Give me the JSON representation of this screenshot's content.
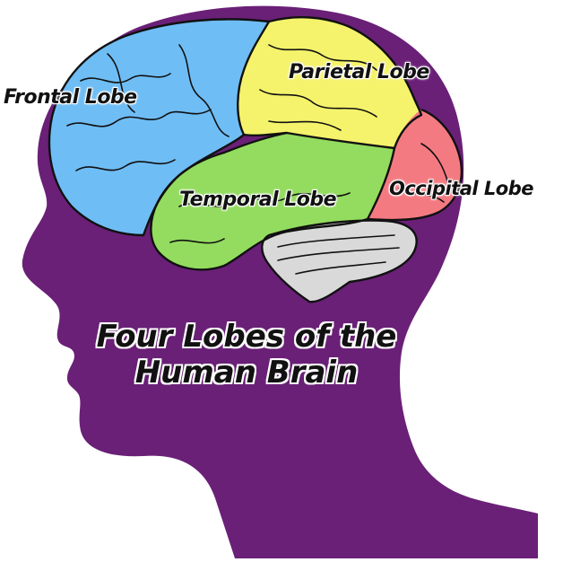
{
  "diagram": {
    "title_line1": "Four Lobes of the",
    "title_line2": "Human Brain",
    "labels": {
      "frontal": "Frontal Lobe",
      "parietal": "Parietal Lobe",
      "temporal": "Temporal Lobe",
      "occipital": "Occipital Lobe"
    }
  },
  "colors": {
    "head": "#6a2077",
    "frontal": "#6fbdf5",
    "parietal": "#f5f36b",
    "temporal": "#93dc5f",
    "occipital": "#f47a82",
    "cerebellum": "#d9d9d9",
    "outline": "#111111"
  }
}
